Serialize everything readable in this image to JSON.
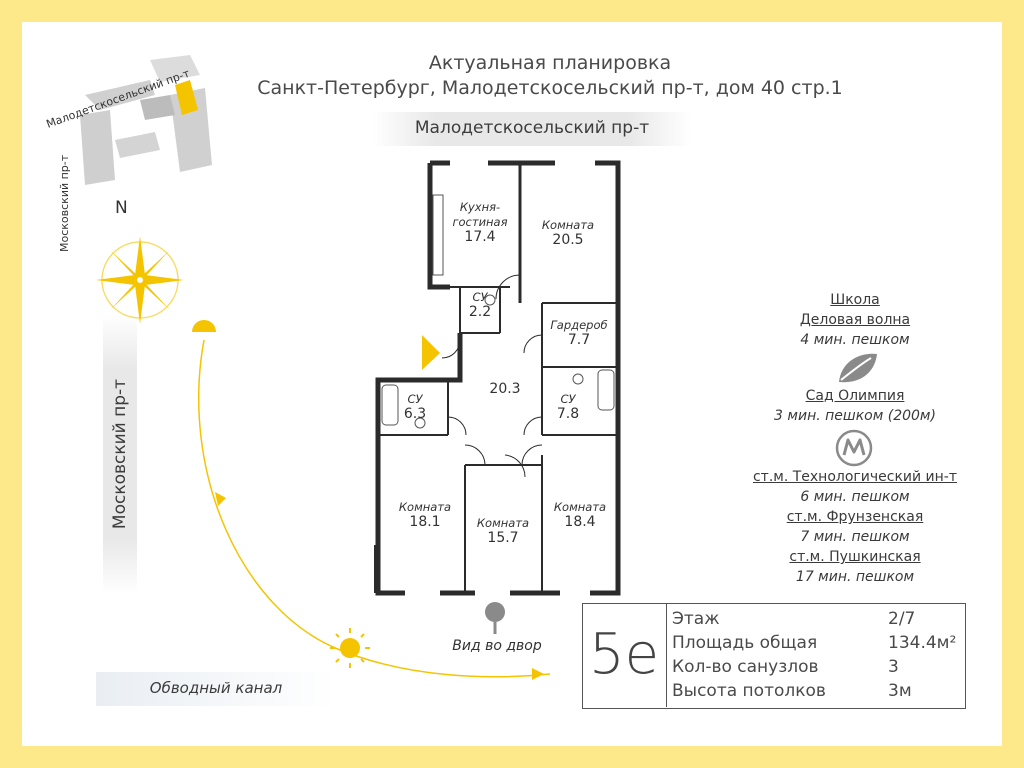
{
  "header": {
    "title_line1": "Актуальная планировка",
    "title_line2": "Санкт-Петербург, Малодетскосельский пр-т, дом 40 стр.1"
  },
  "streets": {
    "top": "Малодетскосельский пр-т",
    "left": "Московский пр-т",
    "canal": "Обводный канал",
    "mini_top": "Малодетскосельский пр-т",
    "mini_left": "Московский пр-т"
  },
  "compass": {
    "north": "N"
  },
  "view": {
    "label": "Вид во двор"
  },
  "rooms": [
    {
      "name": "Кухня-\nгостиная",
      "area": "17.4"
    },
    {
      "name": "Комната",
      "area": "20.5"
    },
    {
      "name": "СУ",
      "area": "2.2"
    },
    {
      "name": "Гардероб",
      "area": "7.7"
    },
    {
      "name": "",
      "area": "20.3"
    },
    {
      "name": "СУ",
      "area": "6.3"
    },
    {
      "name": "СУ",
      "area": "7.8"
    },
    {
      "name": "Комната",
      "area": "18.1"
    },
    {
      "name": "Комната",
      "area": "15.7"
    },
    {
      "name": "Комната",
      "area": "18.4"
    }
  ],
  "nearby": {
    "school_title": "Школа",
    "school_name": "Деловая волна",
    "school_time": "4 мин. пешком",
    "garden_name": "Сад Олимпия",
    "garden_time": "3 мин. пешком (200м)",
    "metro": [
      {
        "name": "ст.м. Технологический ин-т",
        "time": "6 мин. пешком"
      },
      {
        "name": "ст.м. Фрунзенская",
        "time": "7 мин. пешком"
      },
      {
        "name": "ст.м. Пушкинская",
        "time": "17 мин. пешком"
      }
    ]
  },
  "info": {
    "code": "5е",
    "rows": [
      {
        "label": "Этаж",
        "value": "2/7"
      },
      {
        "label": "Площадь общая",
        "value": "134.4м²"
      },
      {
        "label": "Кол-во санузлов",
        "value": "3"
      },
      {
        "label": "Высота потолков",
        "value": "3м"
      }
    ]
  },
  "colors": {
    "frame": "#fde98a",
    "accent": "#f5c400",
    "wall": "#2b2b2b",
    "road": "#e8e8e8"
  }
}
